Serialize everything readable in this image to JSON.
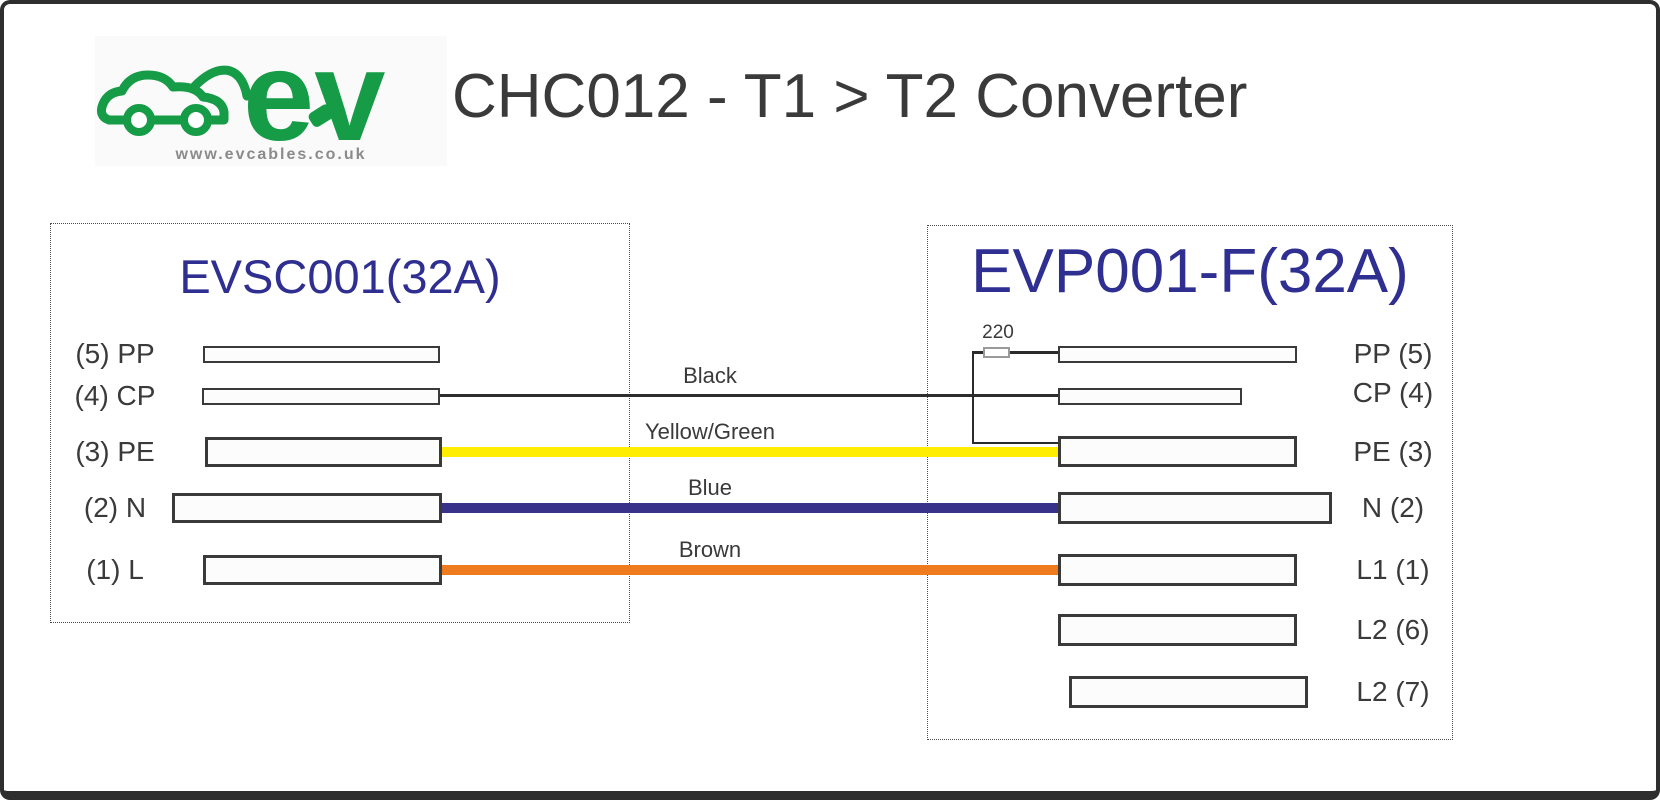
{
  "header": {
    "title": "CHC012 - T1 > T2 Converter",
    "title_color": "#3a3a3a",
    "logo": {
      "brand_text": "ev",
      "website": "www.evcables.co.uk",
      "green": "#169b47",
      "website_color": "#8b8b8b"
    }
  },
  "left_connector": {
    "title": "EVSC001(32A)",
    "title_color": "#2f2f91",
    "pins": [
      {
        "label": "(5) PP"
      },
      {
        "label": "(4) CP"
      },
      {
        "label": "(3) PE"
      },
      {
        "label": "(2) N"
      },
      {
        "label": "(1) L"
      }
    ]
  },
  "right_connector": {
    "title": "EVP001-F(32A)",
    "title_color": "#2f2f91",
    "pins": [
      {
        "label": "PP (5)"
      },
      {
        "label": "CP (4)"
      },
      {
        "label": "PE (3)"
      },
      {
        "label": "N (2)"
      },
      {
        "label": "L1 (1)"
      },
      {
        "label": "L2 (6)"
      },
      {
        "label": "L2 (7)"
      }
    ]
  },
  "wires": [
    {
      "label": "Black",
      "hex": "#2d2d2d",
      "from": "(4) CP",
      "to": "CP (4)"
    },
    {
      "label": "Yellow/Green",
      "hex": "#ffed00",
      "from": "(3) PE",
      "to": "PE (3)"
    },
    {
      "label": "Blue",
      "hex": "#38328b",
      "from": "(2) N",
      "to": "N (2)"
    },
    {
      "label": "Brown",
      "hex": "#ee7c1e",
      "from": "(1) L",
      "to": "L1 (1)"
    }
  ],
  "resistor": {
    "value": "220",
    "connects": "PP (5) to PE (3)"
  }
}
